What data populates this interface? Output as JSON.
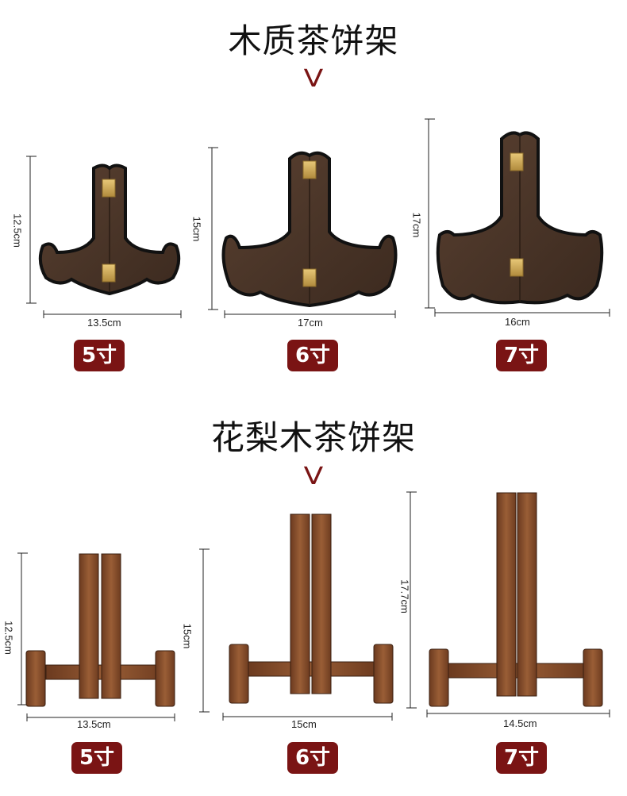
{
  "sections": [
    {
      "title": "木质茶饼架",
      "chevron": "V",
      "items": [
        {
          "height": "12.5cm",
          "width": "13.5cm",
          "size": "5寸"
        },
        {
          "height": "15cm",
          "width": "17cm",
          "size": "6寸"
        },
        {
          "height": "17cm",
          "width": "16cm",
          "size": "7寸"
        }
      ]
    },
    {
      "title": "花梨木茶饼架",
      "chevron": "V",
      "items": [
        {
          "height": "12.5cm",
          "width": "13.5cm",
          "size": "5寸"
        },
        {
          "height": "15cm",
          "width": "15cm",
          "size": "6寸"
        },
        {
          "height": "17.7cm",
          "width": "14.5cm",
          "size": "7寸"
        }
      ]
    }
  ],
  "colors": {
    "accent": "#7a1414",
    "wood_dark": "#4a3528",
    "wood_light": "#8a5230"
  },
  "icons": [
    "chevron-down-icon",
    "brass-hinge-icon"
  ]
}
